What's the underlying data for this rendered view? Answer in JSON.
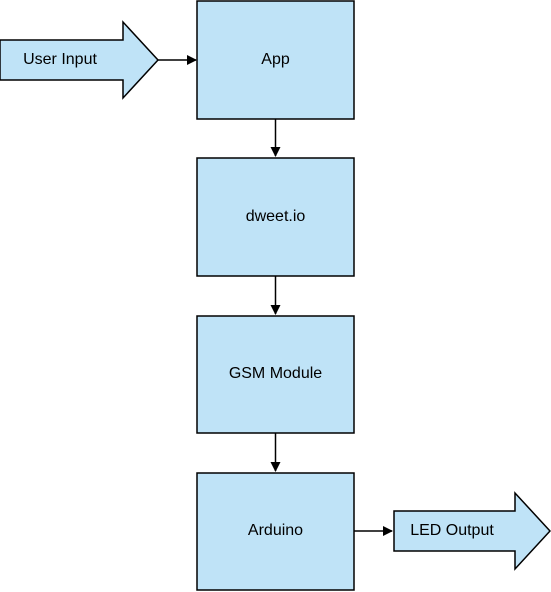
{
  "colors": {
    "fill": "#bfe3f7",
    "stroke": "#000000",
    "connector": "#000000",
    "text": "#000000"
  },
  "input": {
    "label": "User Input"
  },
  "nodes": [
    {
      "label": "App"
    },
    {
      "label": "dweet.io"
    },
    {
      "label": "GSM Module"
    },
    {
      "label": "Arduino"
    }
  ],
  "output": {
    "label": "LED Output"
  }
}
